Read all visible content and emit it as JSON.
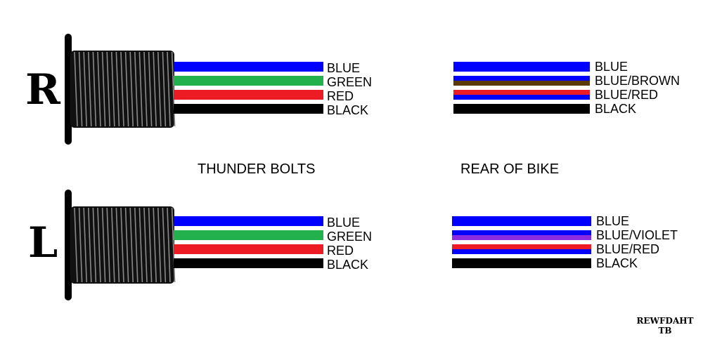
{
  "title_left": "THUNDER BOLTS",
  "title_right": "REAR OF BIKE",
  "signature": [
    "REWFDAHT",
    "TB"
  ],
  "sides": [
    {
      "letter": "R",
      "connector_wires": [
        {
          "label": "BLUE",
          "color": "#0000ff"
        },
        {
          "label": "GREEN",
          "color": "#22b14c"
        },
        {
          "label": "RED",
          "color": "#ed1c24"
        },
        {
          "label": "BLACK",
          "color": "#000000"
        }
      ],
      "rear_wires": [
        {
          "label": "BLUE",
          "colors": [
            "#0000ff"
          ]
        },
        {
          "label": "BLUE/BROWN",
          "colors": [
            "#0000ff",
            "#5a3a00"
          ]
        },
        {
          "label": "BLUE/RED",
          "colors": [
            "#ed1c24",
            "#0000ff"
          ]
        },
        {
          "label": "BLACK",
          "colors": [
            "#000000"
          ]
        }
      ]
    },
    {
      "letter": "L",
      "connector_wires": [
        {
          "label": "BLUE",
          "color": "#0000ff"
        },
        {
          "label": "GREEN",
          "color": "#22b14c"
        },
        {
          "label": "RED",
          "color": "#ed1c24"
        },
        {
          "label": "BLACK",
          "color": "#000000"
        }
      ],
      "rear_wires": [
        {
          "label": "BLUE",
          "colors": [
            "#0000ff"
          ]
        },
        {
          "label": "BLUE/VIOLET",
          "colors": [
            "#0000ff",
            "#8b2be2"
          ]
        },
        {
          "label": "BLUE/RED",
          "colors": [
            "#ed1c24",
            "#0000ff"
          ]
        },
        {
          "label": "BLACK",
          "colors": [
            "#000000"
          ]
        }
      ]
    }
  ]
}
